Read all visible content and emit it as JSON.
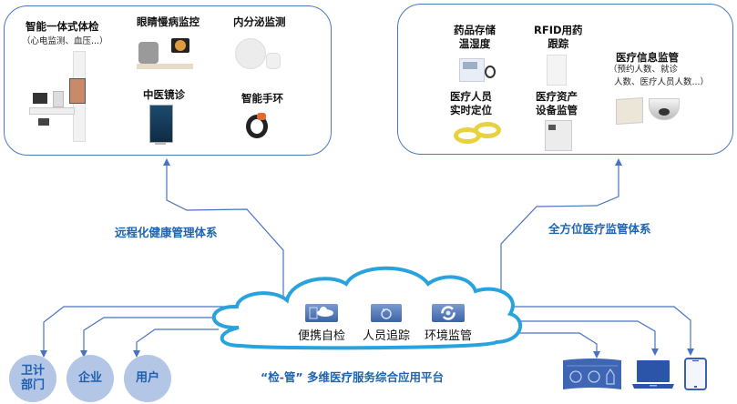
{
  "left_panel": {
    "devices": [
      {
        "title": "智能一体式体检",
        "subtitle": "（心电监测、血压...）",
        "icon": "health-kiosk-icon"
      },
      {
        "title": "眼睛慢病监控",
        "icon": "eye-examination-device-icon"
      },
      {
        "title": "内分泌监测",
        "icon": "endocrine-sensor-icon"
      },
      {
        "title": "中医镜诊",
        "icon": "tcm-mirror-screen-icon"
      },
      {
        "title": "智能手环",
        "icon": "smart-wristband-icon"
      }
    ]
  },
  "right_panel": {
    "devices": [
      {
        "title_lines": [
          "药品存储",
          "温湿度"
        ],
        "icon": "temperature-humidity-sensor-icon"
      },
      {
        "title_lines": [
          "RFID用药",
          "跟踪"
        ],
        "icon": "rfid-reader-icon"
      },
      {
        "title_lines": [
          "医疗人员",
          "实时定位"
        ],
        "icon": "rfid-wristband-icon"
      },
      {
        "title_lines": [
          "医疗资产",
          "设备监管"
        ],
        "icon": "asset-tracker-icon"
      },
      {
        "title": "医疗信息监管",
        "subtitle_lines": [
          "（预约人数、就诊",
          "人数、医疗人员人数...）"
        ],
        "icon": "antenna-and-camera-icon"
      }
    ]
  },
  "systems": {
    "left": "远程化健康管理体系",
    "right": "全方位医疗监管体系"
  },
  "cloud": {
    "services": [
      {
        "label": "便携自检",
        "icon": "cloud-screen-icon"
      },
      {
        "label": "人员追踪",
        "icon": "refresh-tracking-icon"
      },
      {
        "label": "环境监管",
        "icon": "environment-cycle-icon"
      }
    ]
  },
  "stakeholders": [
    {
      "label_lines": [
        "卫计",
        "部门"
      ]
    },
    {
      "label_lines": [
        "企业"
      ]
    },
    {
      "label_lines": [
        "用户"
      ]
    }
  ],
  "endpoints": [
    {
      "name": "dashboard-screen-icon"
    },
    {
      "name": "laptop-icon"
    },
    {
      "name": "tablet-icon"
    }
  ],
  "platform_title": "“检-管” 多维医疗服务综合应用平台",
  "colors": {
    "panel_border": "#4a78c2",
    "connector": "#4a72c4",
    "cloud_stroke": "#29a3de",
    "label_blue": "#1f64b0",
    "circle_fill": "#b4c6e6",
    "device_blue": "#2a55a8"
  }
}
